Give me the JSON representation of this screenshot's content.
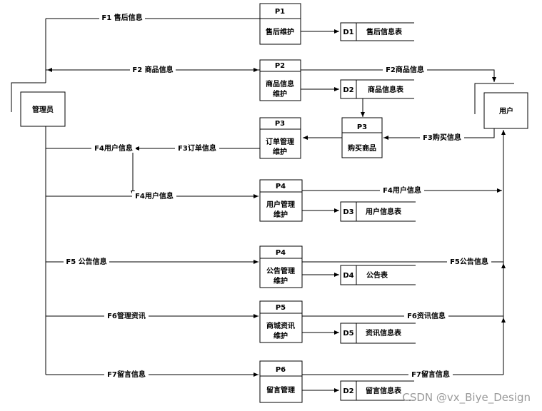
{
  "entities": {
    "admin": "管理员",
    "user": "用户"
  },
  "processes": [
    {
      "id": "P1",
      "name": [
        "售后维护"
      ]
    },
    {
      "id": "P2",
      "name": [
        "商品信息",
        "维护"
      ]
    },
    {
      "id": "P3",
      "name": [
        "订单管理",
        "维护"
      ]
    },
    {
      "id": "P3",
      "name": [
        "购买商品"
      ]
    },
    {
      "id": "P4",
      "name": [
        "用户管理",
        "维护"
      ]
    },
    {
      "id": "P4",
      "name": [
        "公告管理",
        "维护"
      ]
    },
    {
      "id": "P5",
      "name": [
        "商城资讯",
        "维护"
      ]
    },
    {
      "id": "P6",
      "name": [
        "留言管理"
      ]
    }
  ],
  "stores": [
    {
      "id": "D1",
      "name": "售后信息表"
    },
    {
      "id": "D2",
      "name": "商品信息表"
    },
    {
      "id": "D3",
      "name": "用户信息表"
    },
    {
      "id": "D4",
      "name": "公告表"
    },
    {
      "id": "D5",
      "name": "资讯信息表"
    },
    {
      "id": "D2",
      "name": "留言信息表"
    }
  ],
  "flows": [
    "F1 售后信息",
    "F2 商品信息",
    "F2商品信息",
    "F3购买信息",
    "F4用户信息",
    "F3订单信息",
    "F4用户信息",
    "F4用户信息",
    "F5 公告信息",
    "F5公告信息",
    "F6管理资讯",
    "F6资讯信息",
    "F7留言信息",
    "F7留言信息"
  ],
  "watermark": "CSDN @vx_Biye_Design"
}
